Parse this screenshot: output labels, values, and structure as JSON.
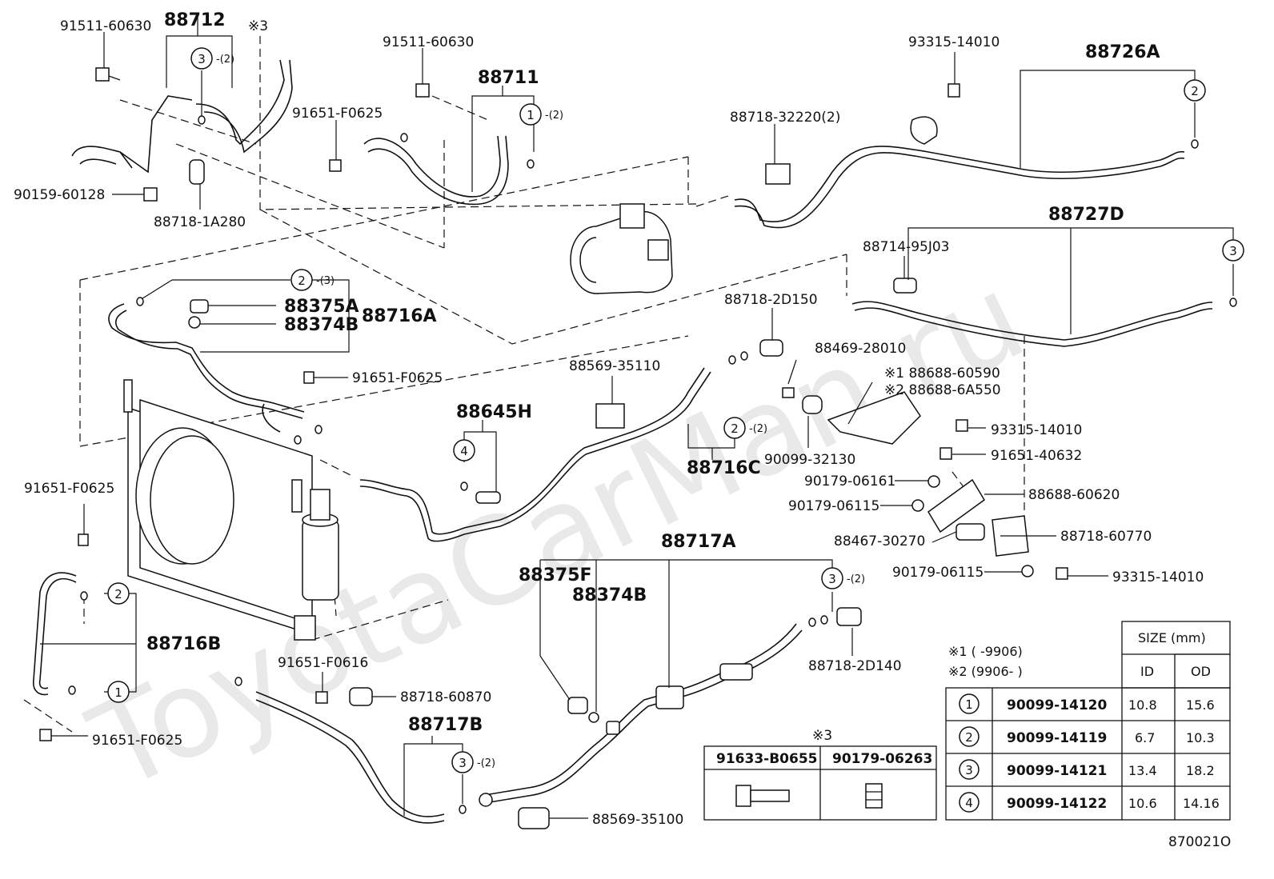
{
  "watermark": "ToyotaCarMan.ru",
  "figure_code": "870021O",
  "labels": {
    "p91511_60630_a": "91511-60630",
    "p88712": "88712",
    "note3_top": "※3",
    "p91511_60630_b": "91511-60630",
    "p88711": "88711",
    "p93315_14010_a": "93315-14010",
    "p88726A": "88726A",
    "p91651_F0625_a": "91651-F0625",
    "p88718_32220": "88718-32220(2)",
    "p90159_60128": "90159-60128",
    "p88718_1A280": "88718-1A280",
    "p88727D": "88727D",
    "p88714_95J03": "88714-95J03",
    "p88375A": "88375A",
    "p88374B_a": "88374B",
    "p88716A": "88716A",
    "p88718_2D150": "88718-2D150",
    "p88469_28010": "88469-28010",
    "p88569_35110": "88569-35110",
    "p91651_F0625_b": "91651-F0625",
    "p88688_60590": "※1 88688-60590",
    "p88688_6A550": "※2 88688-6A550",
    "p88645H": "88645H",
    "p93315_14010_b": "93315-14010",
    "p90099_32130": "90099-32130",
    "p88716C": "88716C",
    "p91651_40632": "91651-40632",
    "p91651_F0625_c": "91651-F0625",
    "p90179_06161": "90179-06161",
    "p88688_60620": "88688-60620",
    "p90179_06115_a": "90179-06115",
    "p88717A": "88717A",
    "p88467_30270": "88467-30270",
    "p88718_60770": "88718-60770",
    "p88375F": "88375F",
    "p88374B_b": "88374B",
    "p90179_06115_b": "90179-06115",
    "p93315_14010_c": "93315-14010",
    "p88716B": "88716B",
    "p88718_2D140": "88718-2D140",
    "p91651_F0616": "91651-F0616",
    "p88718_60870": "88718-60870",
    "p88717B": "88717B",
    "p91651_F0625_d": "91651-F0625",
    "p88569_35100": "88569-35100"
  },
  "callouts": {
    "c3_88712": {
      "num": "3",
      "qty": "-(2)"
    },
    "c1_88711": {
      "num": "1",
      "qty": "-(2)"
    },
    "c2_88726A": {
      "num": "2",
      "qty": ""
    },
    "c3_88727D": {
      "num": "3",
      "qty": ""
    },
    "c2_88716A": {
      "num": "2",
      "qty": "-(3)"
    },
    "c2_88716C": {
      "num": "2",
      "qty": "-(2)"
    },
    "c4_88645H": {
      "num": "4",
      "qty": ""
    },
    "c2_88716B": {
      "num": "2",
      "qty": ""
    },
    "c1_88716B": {
      "num": "1",
      "qty": ""
    },
    "c3_88717A": {
      "num": "3",
      "qty": "-(2)"
    },
    "c3_88717B": {
      "num": "3",
      "qty": "-(2)"
    }
  },
  "note3_table": {
    "title": "※3",
    "col1": "91633-B0655",
    "col2": "90179-06263"
  },
  "oring_table": {
    "note1": "※1 (      -9906)",
    "note2": "※2 (9906-      )",
    "size_header": "SIZE (mm)",
    "id_header": "ID",
    "od_header": "OD",
    "rows": [
      {
        "num": "1",
        "part": "90099-14120",
        "id": "10.8",
        "od": "15.6"
      },
      {
        "num": "2",
        "part": "90099-14119",
        "id": "6.7",
        "od": "10.3"
      },
      {
        "num": "3",
        "part": "90099-14121",
        "id": "13.4",
        "od": "18.2"
      },
      {
        "num": "4",
        "part": "90099-14122",
        "id": "10.6",
        "od": "14.16"
      }
    ]
  }
}
